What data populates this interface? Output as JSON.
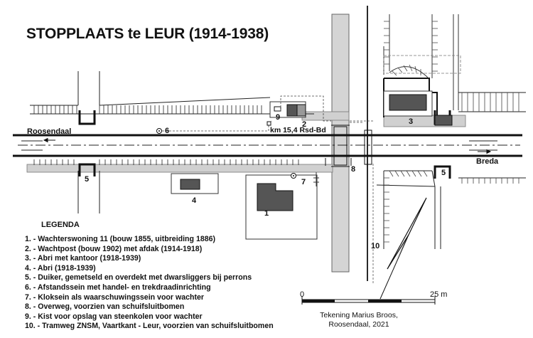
{
  "title": "STOPPLAATS te LEUR (1914-1938)",
  "places": {
    "left": "Roosendaal",
    "right": "Breda"
  },
  "km_marker": "km 15,4 Rsd-Bd",
  "markers": [
    "1",
    "2",
    "3",
    "4",
    "5",
    "5",
    "6",
    "7",
    "8",
    "9",
    "10"
  ],
  "legend": {
    "title": "LEGENDA",
    "items": [
      "1. - Wachterswoning 11 (bouw 1855, uitbreiding 1886)",
      "2. - Wachtpost (bouw 1902) met afdak (1914-1918)",
      "3. - Abri met kantoor (1918-1939)",
      "4. - Abri (1918-1939)",
      "5. - Duiker, gemetseld en overdekt met dwarsliggers bij perrons",
      "6. - Afstandssein met handel- en trekdraadinrichting",
      "7. - Kloksein als waarschuwingssein voor wachter",
      "8. - Overweg, voorzien van schuifsluitbomen",
      "9. - Kist voor opslag van steenkolen voor wachter",
      "10. - Tramweg ZNSM, Vaartkant - Leur, voorzien van schuifsluitbomen"
    ]
  },
  "scale": {
    "start": "0",
    "end": "25 m"
  },
  "credit": {
    "line1": "Tekening Marius Broos,",
    "line2": "Roosendaal, 2021"
  }
}
